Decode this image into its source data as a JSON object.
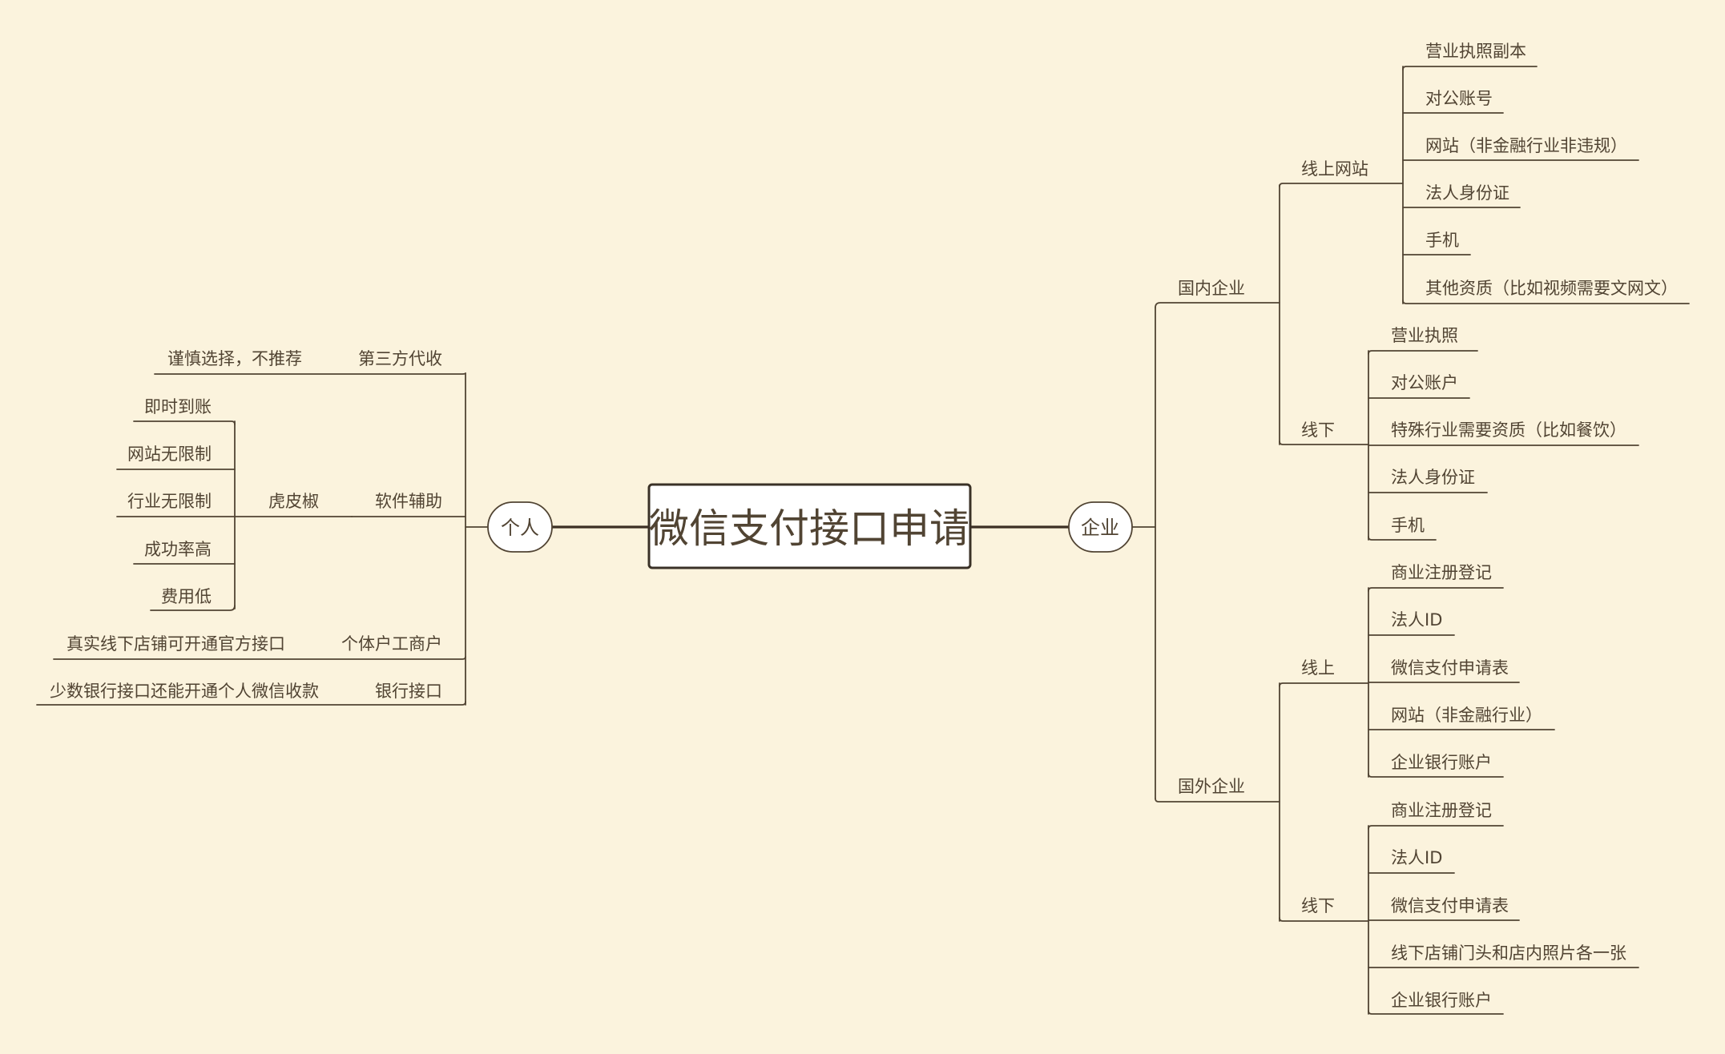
{
  "central": {
    "label": "微信支付接口申请"
  },
  "branches": {
    "personal": {
      "label": "个人",
      "items": {
        "third_party": {
          "label": "第三方代收",
          "note": "谨慎选择，不推荐"
        },
        "software": {
          "label": "软件辅助",
          "sub": {
            "label": "虎皮椒",
            "features": [
              "即时到账",
              "网站无限制",
              "行业无限制",
              "成功率高",
              "费用低"
            ]
          }
        },
        "individual_business": {
          "label": "个体户工商户",
          "note": "真实线下店铺可开通官方接口"
        },
        "bank": {
          "label": "银行接口",
          "note": "少数银行接口还能开通个人微信收款"
        }
      }
    },
    "enterprise": {
      "label": "企业",
      "domestic": {
        "label": "国内企业",
        "online": {
          "label": "线上网站",
          "items": [
            "营业执照副本",
            "对公账号",
            "网站（非金融行业非违规）",
            "法人身份证",
            "手机",
            "其他资质（比如视频需要文网文）"
          ]
        },
        "offline": {
          "label": "线下",
          "items": [
            "营业执照",
            "对公账户",
            "特殊行业需要资质（比如餐饮）",
            "法人身份证",
            "手机"
          ]
        }
      },
      "foreign": {
        "label": "国外企业",
        "online": {
          "label": "线上",
          "items": [
            "商业注册登记",
            "法人ID",
            "微信支付申请表",
            "网站（非金融行业）",
            "企业银行账户"
          ]
        },
        "offline": {
          "label": "线下",
          "items": [
            "商业注册登记",
            "法人ID",
            "微信支付申请表",
            "线下店铺门头和店内照片各一张",
            "企业银行账户"
          ]
        }
      }
    }
  }
}
